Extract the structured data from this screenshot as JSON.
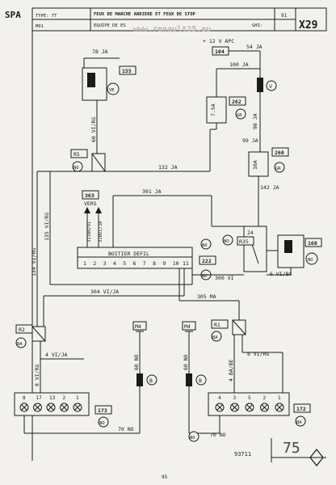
{
  "header": {
    "corner": "SPA",
    "type_label": "TYPE: TT",
    "model": "M91",
    "title_line1": "FEUX DE MARCHE ARRIERE ET FEUX DE STOP",
    "title_line2": "EQUIPE DE ES",
    "page_number": "91",
    "code": "X29",
    "ghi_label": "GHI:",
    "watermark": "www.renault25.eu"
  },
  "labels": {
    "supply": "+ 12 V APC",
    "n104": "104",
    "w54ja": "54 JA",
    "w100ja": "100 JA",
    "v_tag": "V",
    "n262": "262",
    "gr1": "GR",
    "fuse": "7.5A",
    "w98ja": "98 JA",
    "w99ja": "99 JA",
    "n260": "260",
    "gr2": "GR",
    "r10a": "10A",
    "w142ja": "142 JA",
    "w78ja": "78 JA",
    "n155": "155",
    "ve": "VE",
    "w60virg": "60 VI/RG",
    "r5": "R5",
    "no": "NO",
    "w132ja": "132 JA",
    "w301ja": "301 JA",
    "n363": "363",
    "vers": "VERS",
    "w311": "311BR/VI",
    "w310": "310VI/JA",
    "boitier": "BOITIER DEFIL",
    "n222": "222",
    "w135": "135 VI/RG",
    "w134": "134 VI/RG",
    "r35": "R35",
    "n24": "24",
    "n160": "160",
    "w300vi": "300 VI",
    "w6vi": "6 VI/BA",
    "w304": "304 VI/JA",
    "w305": "305 MA",
    "r2": "R2",
    "ba": "BA",
    "m4a": "M4",
    "m4b": "M4",
    "r1": "R1",
    "w4vija": "4 VI/JA",
    "w60no_a": "60 NO",
    "w60no_b": "60 NO",
    "b": "B",
    "w8virg": "8 VI/RG",
    "w8virg2": "8 VI/RG",
    "w4babe": "4 BA/BE",
    "n173": "173",
    "n172": "172",
    "w70no_a": "70 NO",
    "w70no_b": "70 NO",
    "ref": "93711",
    "page75": "75",
    "footer_page": "95"
  },
  "pins": [
    "1",
    "2",
    "3",
    "4",
    "5",
    "6",
    "7",
    "8",
    "9",
    "10",
    "11"
  ],
  "left_lamp_pins": [
    "8",
    "17",
    "13",
    "2",
    "1"
  ],
  "right_lamp_pins": [
    "4",
    "3",
    "5",
    "2",
    "1"
  ]
}
